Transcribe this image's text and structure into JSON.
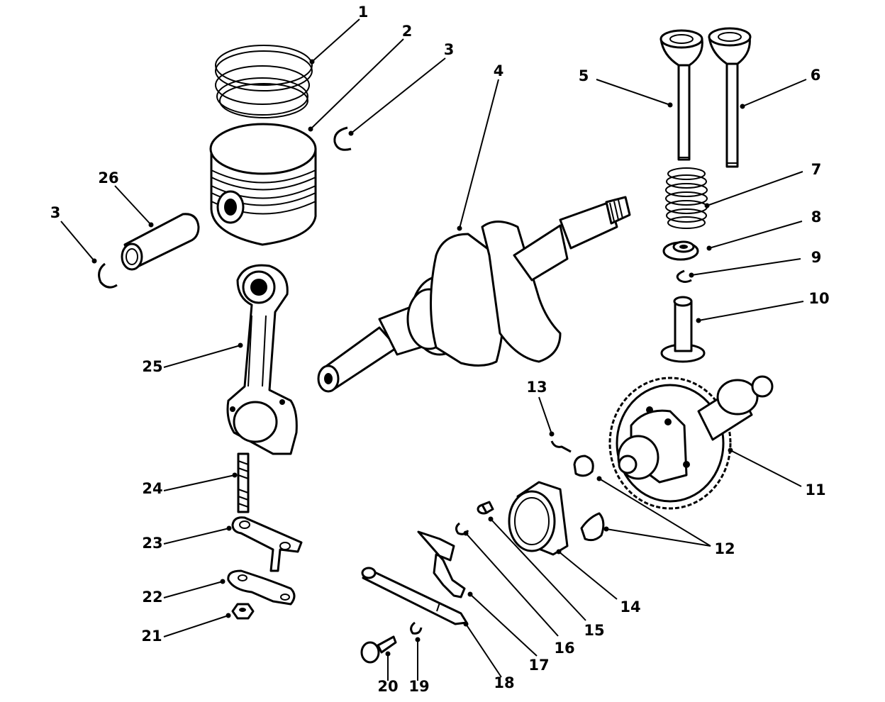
{
  "callouts": [
    {
      "id": "1",
      "label": "1"
    },
    {
      "id": "2",
      "label": "2"
    },
    {
      "id": "3a",
      "label": "3"
    },
    {
      "id": "3b",
      "label": "3"
    },
    {
      "id": "4",
      "label": "4"
    },
    {
      "id": "5",
      "label": "5"
    },
    {
      "id": "6",
      "label": "6"
    },
    {
      "id": "7",
      "label": "7"
    },
    {
      "id": "8",
      "label": "8"
    },
    {
      "id": "9",
      "label": "9"
    },
    {
      "id": "10",
      "label": "10"
    },
    {
      "id": "11",
      "label": "11"
    },
    {
      "id": "12",
      "label": "12"
    },
    {
      "id": "13",
      "label": "13"
    },
    {
      "id": "14",
      "label": "14"
    },
    {
      "id": "15",
      "label": "15"
    },
    {
      "id": "16",
      "label": "16"
    },
    {
      "id": "17",
      "label": "17"
    },
    {
      "id": "18",
      "label": "18"
    },
    {
      "id": "19",
      "label": "19"
    },
    {
      "id": "20",
      "label": "20"
    },
    {
      "id": "21",
      "label": "21"
    },
    {
      "id": "22",
      "label": "22"
    },
    {
      "id": "23",
      "label": "23"
    },
    {
      "id": "24",
      "label": "24"
    },
    {
      "id": "25",
      "label": "25"
    },
    {
      "id": "26",
      "label": "26"
    }
  ]
}
